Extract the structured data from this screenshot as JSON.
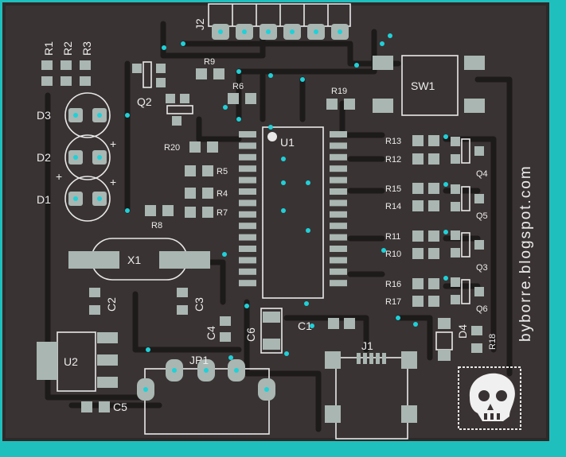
{
  "board": {
    "site_text": "byborre.blogspot.com"
  },
  "colors": {
    "background": "#1fbfbd",
    "board": "#3a3333",
    "silkscreen": "#e8e8e8",
    "pads": "#a9b6b2",
    "vias": "#1fd1d8"
  },
  "labels": {
    "j2": "J2",
    "r1": "R1",
    "r2": "R2",
    "r3": "R3",
    "r9": "R9",
    "r6": "R6",
    "r19": "R19",
    "sw1": "SW1",
    "q2": "Q2",
    "d3": "D3",
    "d2": "D2",
    "d1": "D1",
    "r20": "R20",
    "u1": "U1",
    "r5": "R5",
    "r4": "R4",
    "r7": "R7",
    "r8": "R8",
    "r13": "R13",
    "r12": "R12",
    "r15": "R15",
    "r14": "R14",
    "r11": "R11",
    "r10": "R10",
    "r16": "R16",
    "r17": "R17",
    "q4": "Q4",
    "q5": "Q5",
    "q3": "Q3",
    "q6": "Q6",
    "x1": "X1",
    "c2": "C2",
    "c3": "C3",
    "c4": "C4",
    "c6": "C6",
    "c1": "C1",
    "d4": "D4",
    "r18": "R18",
    "u2": "U2",
    "jp1": "JP1",
    "j1": "J1",
    "c5": "C5",
    "plus": "+"
  },
  "logo": {
    "icon": "skull-logo-icon"
  }
}
